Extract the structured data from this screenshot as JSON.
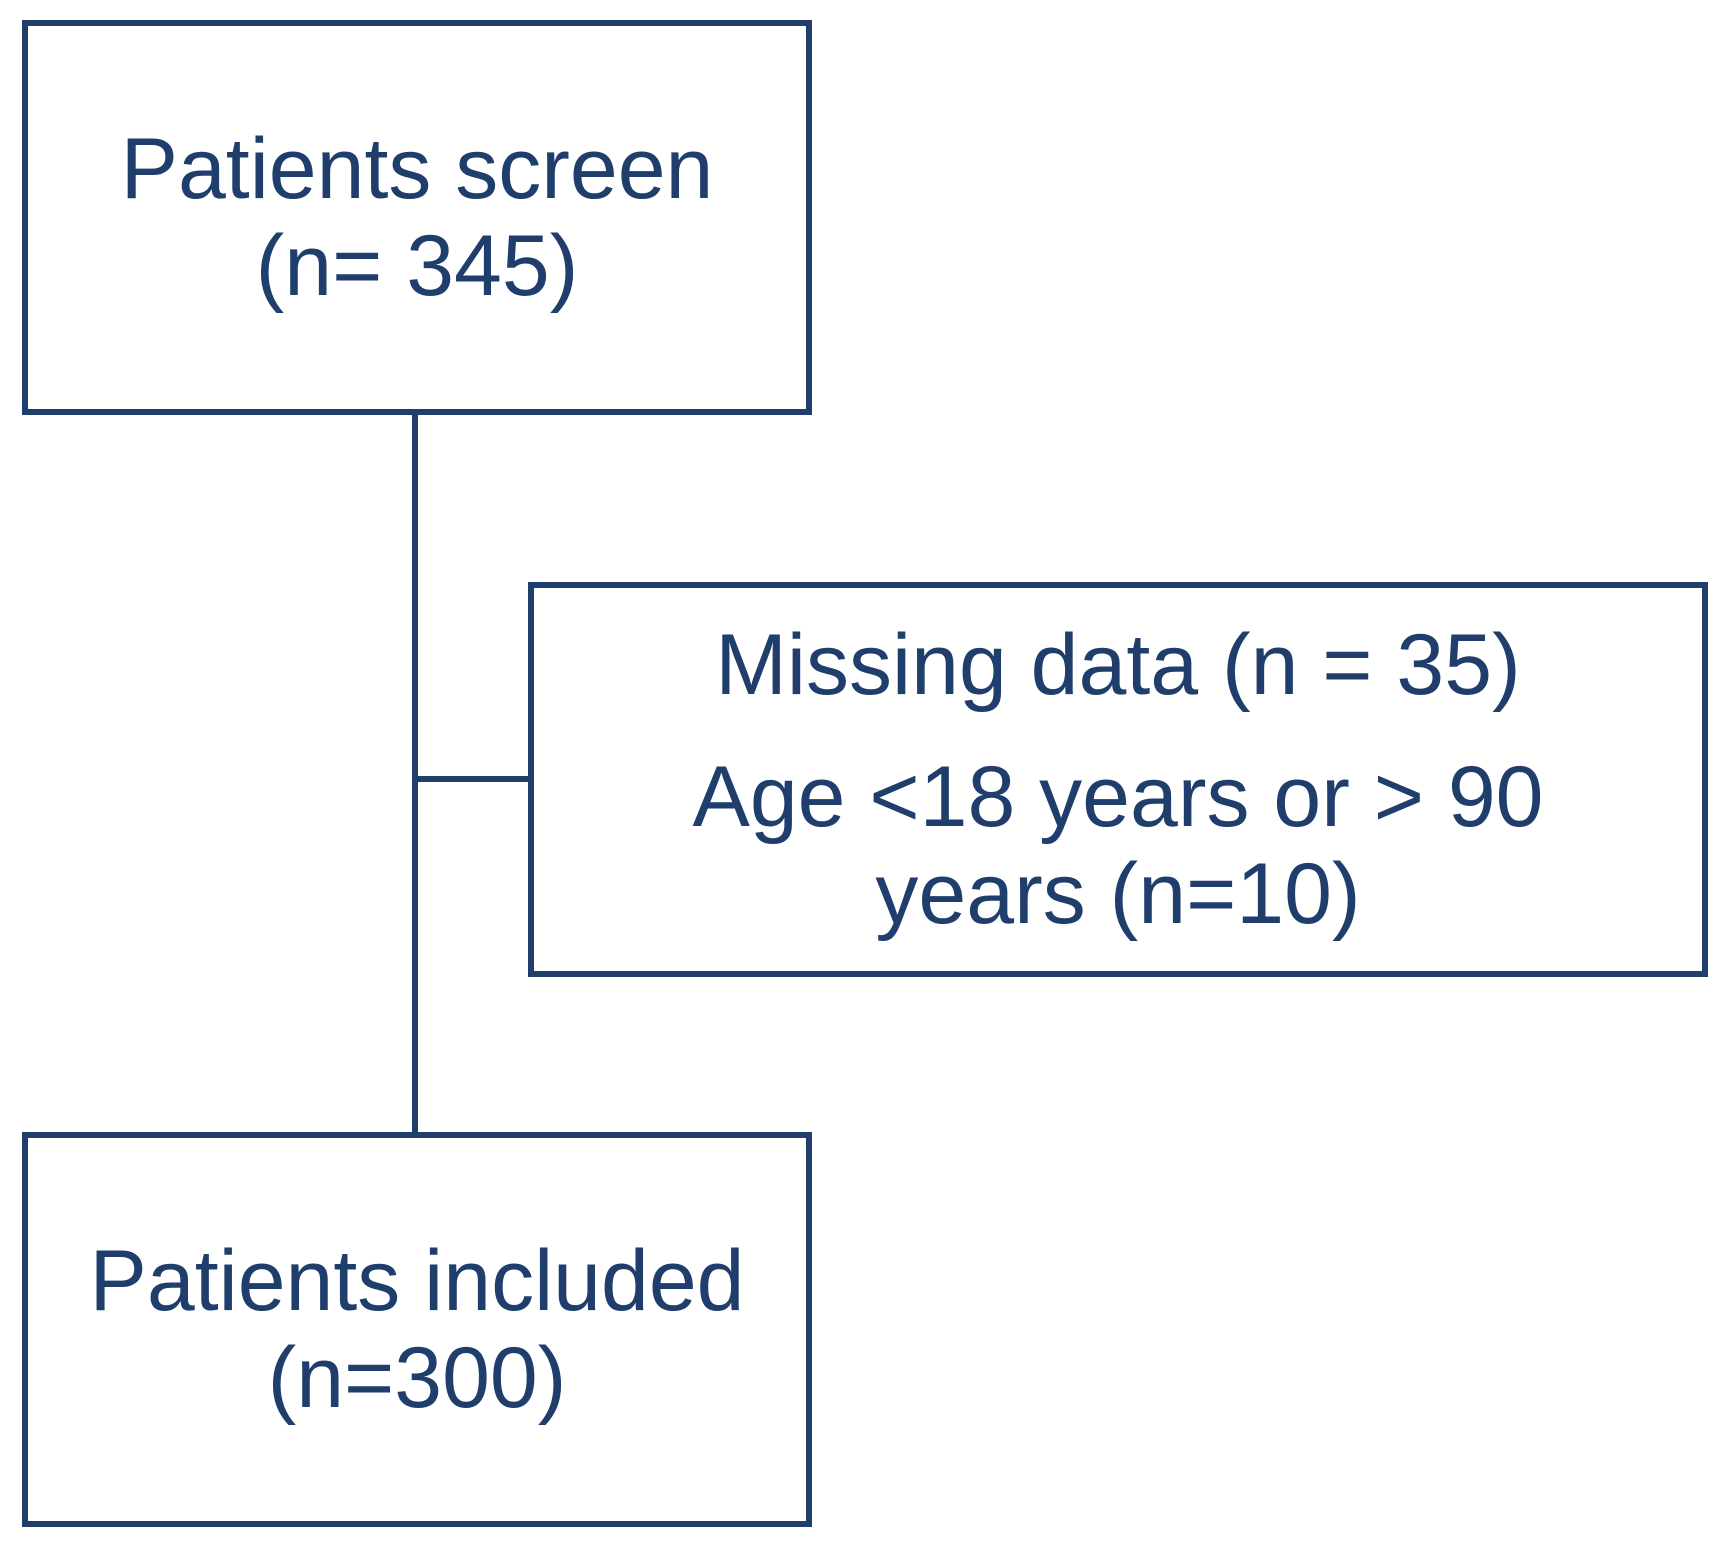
{
  "colors": {
    "stroke": "#1f3e6c",
    "text": "#1f3e6c",
    "background": "#ffffff"
  },
  "flowchart": {
    "screened": {
      "line1": "Patients screen",
      "line2": "(n= 345)"
    },
    "excluded": {
      "line1": "Missing data (n = 35)",
      "line2": "Age <18 years or > 90",
      "line3": "years (n=10)"
    },
    "included": {
      "line1": "Patients included",
      "line2": "(n=300)"
    }
  }
}
